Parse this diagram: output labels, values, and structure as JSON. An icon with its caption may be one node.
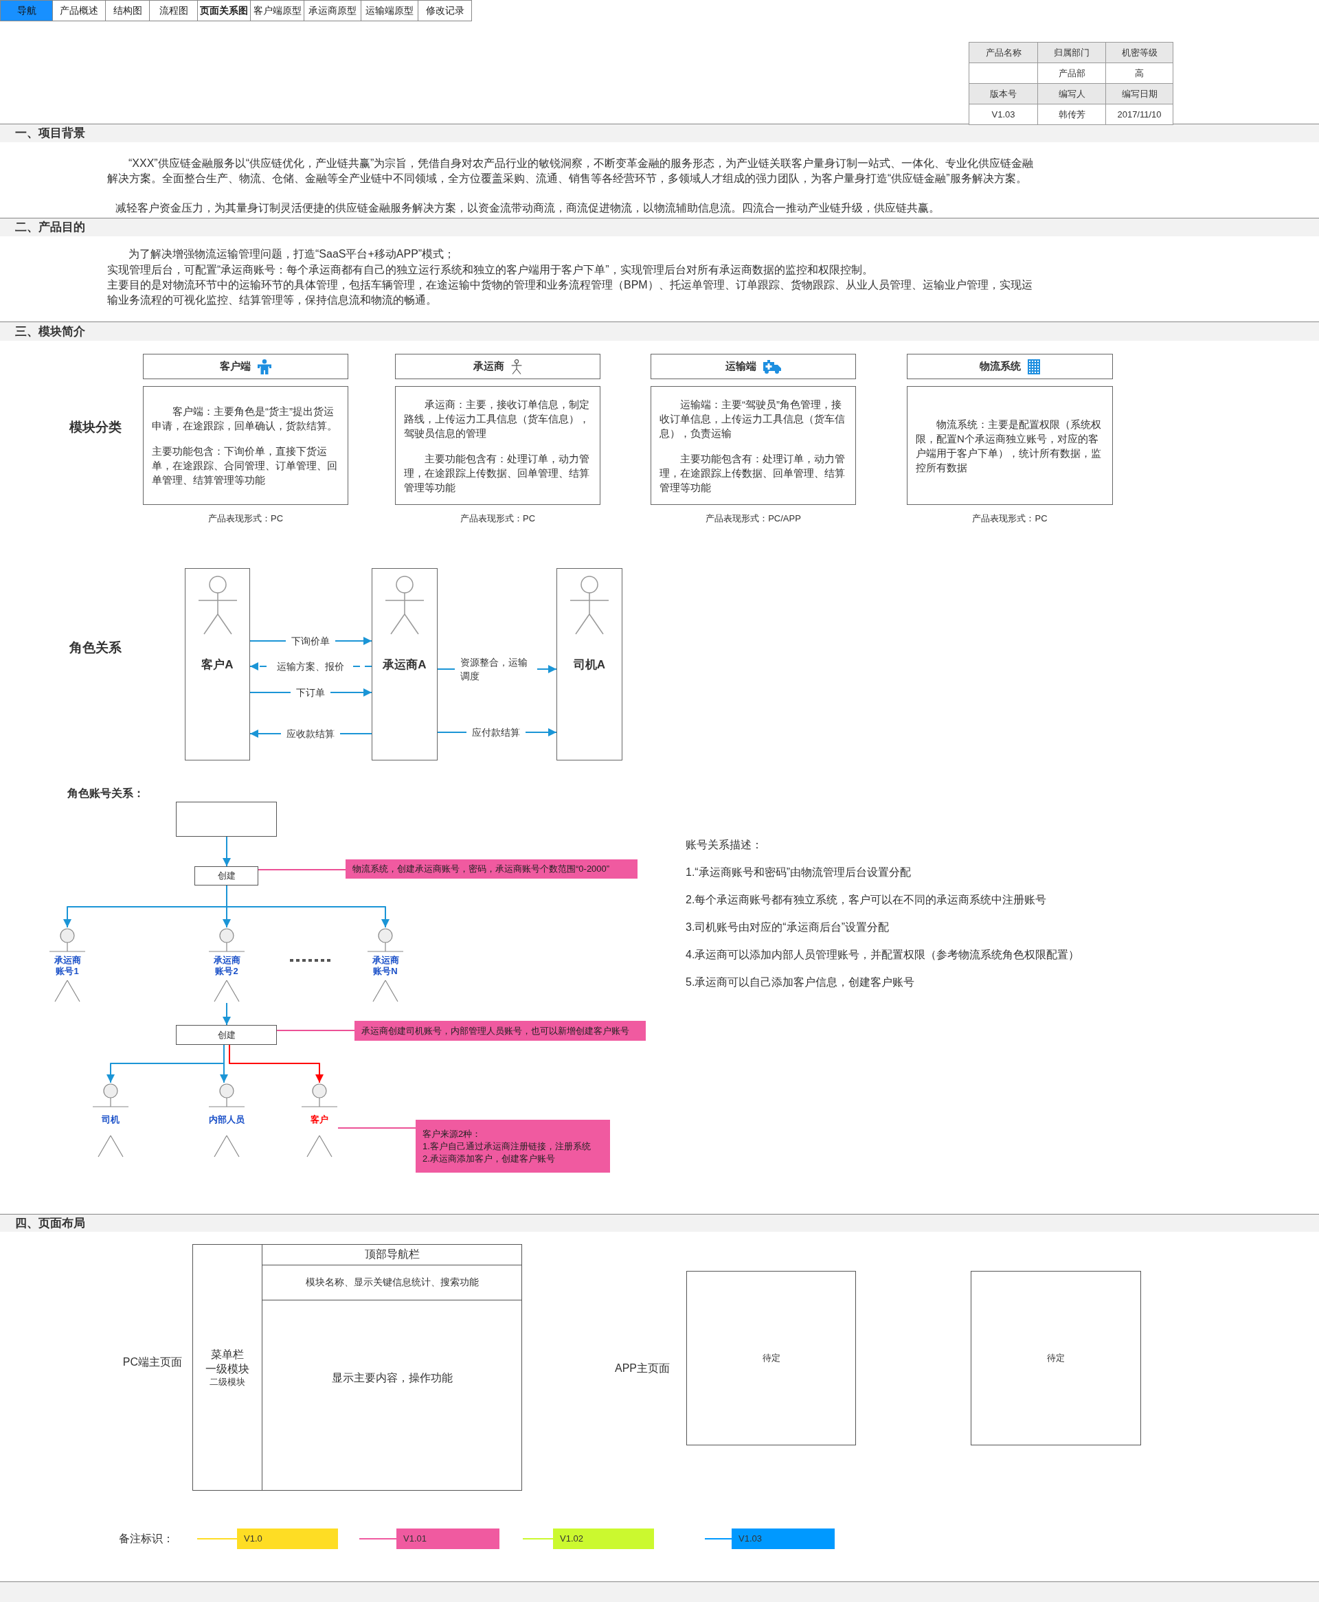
{
  "diagram": {
    "nodes": [
      {
        "text": [
          "一、项目背景"
        ]
      },
      {
        "text": [
          "二、产品目的"
        ]
      },
      {
        "text": [
          "三、模块简介"
        ]
      },
      {
        "text": [
          "客户端"
        ]
      },
      {
        "text": [
          "客户端：主要角色是“货主”提出货运申请，在途跟踪，回单确认，货款结算。",
          "主要功能包含：下询价单，直接下货运单，在途跟踪、合同管理、订单管理、回单管理、结算管理等功能"
        ],
        "beside": [
          "产品表现形式：PC"
        ]
      },
      {
        "text": [
          "承运商"
        ]
      },
      {
        "text": [
          "承运商：主要，接收订单信息，制定路线，上传运力工具信息（货车信息），驾驶员信息的管理",
          "主要功能包含有：处理订单，动力管理，在途跟踪上传数据、回单管理、结算管理等功能"
        ],
        "beside": [
          "产品表现形式：PC"
        ]
      },
      {
        "text": [
          "运输端"
        ]
      },
      {
        "text": [
          "运输端：主要“驾驶员”角色管理，接收订单信息，上传运力工具信息（货车信息），负责运输",
          "主要功能包含有：处理订单，动力管理，在途跟踪上传数据、回单管理、结算管理等功能"
        ],
        "beside": [
          "产品表现形式：PC/APP"
        ]
      },
      {
        "text": [
          "物流系统"
        ]
      },
      {
        "text": [
          "物流系统：主要是配置权限（系统权限，配置N个承运商独立账号，对应的客户端用于客户下单），统计所有数据，监控所有数据"
        ],
        "beside": [
          "产品表现形式：PC"
        ]
      },
      {
        "text": [
          "客户A"
        ]
      },
      {
        "text": [
          "承运商A"
        ]
      },
      {
        "text": [
          "司机A"
        ]
      },
      {
        "text": [],
        "shape": "box"
      },
      {
        "text": [
          "创建"
        ]
      },
      {
        "text": [
          "物流系统，创建承运商账号，密码，承运商账号个数范围“0-2000”"
        ]
      },
      {
        "text": [
          "承运商账号1"
        ]
      },
      {
        "text": [
          "承运商账号2"
        ]
      },
      {
        "text": [
          "承运商账号N"
        ]
      },
      {
        "text": [
          "创建"
        ]
      },
      {
        "text": [
          "承运商创建司机账号，内部管理人员账号，也可以新增创建客户账号"
        ]
      },
      {
        "text": [
          "司机"
        ]
      },
      {
        "text": [
          "内部人员"
        ]
      },
      {
        "text": [
          "客户"
        ]
      },
      {
        "text": [
          "客户来源2种：",
          "1.客户自己通过承运商注册链接，注册系统",
          "2.承运商添加客户，创建客户账号"
        ]
      },
      {
        "text": [
          "四、页面布局"
        ]
      },
      {
        "text": [],
        "shape": "box",
        "beside": [
          "PC端主页面"
        ]
      },
      {
        "text": [
          "菜单栏",
          "一级模块",
          "二级模块"
        ],
        "in": 27
      },
      {
        "text": [
          "顶部导航栏"
        ],
        "in": 27
      },
      {
        "text": [
          "模块名称、显示关键信息统计、搜索功能"
        ],
        "in": 27
      },
      {
        "text": [
          "显示主要内容，操作功能"
        ],
        "in": 27
      },
      {
        "text": [
          "待定"
        ],
        "beside": [
          "APP主页面"
        ]
      },
      {
        "text": [
          "待定"
        ]
      },
      {
        "text": [],
        "shape": "bar"
      }
    ],
    "edges": [
      {
        "from": 11,
        "to": 12,
        "arrow": "to",
        "label": "下询价单"
      },
      {
        "from": 12,
        "to": 11,
        "arrow": "to",
        "label": "运输方案、报价",
        "style": "dashed"
      },
      {
        "from": 11,
        "to": 12,
        "arrow": "to",
        "label": "下订单"
      },
      {
        "from": 12,
        "to": 11,
        "arrow": "to",
        "label": "应收款结算"
      },
      {
        "from": 12,
        "to": 13,
        "arrow": "to",
        "label": "资源整合，运输调度"
      },
      {
        "from": 12,
        "to": 13,
        "arrow": "to",
        "label": "应付款结算"
      },
      {
        "from": 14,
        "to": 15,
        "arrow": "to"
      },
      {
        "from": 16,
        "to": 15,
        "arrow": "none",
        "color": "#ec5196"
      },
      {
        "from": 15,
        "to": 17,
        "arrow": "to"
      },
      {
        "from": 15,
        "to": 18,
        "arrow": "to"
      },
      {
        "from": 15,
        "to": 19,
        "arrow": "to"
      },
      {
        "from": 18,
        "to": 20,
        "arrow": "to"
      },
      {
        "from": 21,
        "to": 20,
        "arrow": "none",
        "color": "#ec5196"
      },
      {
        "from": 20,
        "to": 22,
        "arrow": "to"
      },
      {
        "from": 20,
        "to": 23,
        "arrow": "to"
      },
      {
        "from": 20,
        "to": 24,
        "arrow": "to",
        "color": "#ff0000"
      },
      {
        "from": 25,
        "to": 24,
        "arrow": "none",
        "color": "#ec5196"
      }
    ],
    "labels": [
      "导航",
      "产品概述",
      "结构图",
      "流程图",
      "页面关系图",
      "客户端原型",
      "承运商原型",
      "运输端原型",
      "修改记录",
      "产品名称",
      "归属部门",
      "机密等级",
      "产品部",
      "高",
      "版本号",
      "编写人",
      "编写日期",
      "V1.03",
      "韩传芳",
      "2017/11/10",
      "“XXX”供应链金融服务以“供应链优化，产业链共赢”为宗旨，凭借自身对农产品行业的敏锐洞察，不断变革金融的服务形态，为产业链关联客户量身订制一站式、一体化、专业化供应链金融解决方案。全面整合生产、物流、仓储、金融等全产业链中不同领域，全方位覆盖采购、流通、销售等各经营环节，多领域人才组成的强力团队，为客户量身打造“供应链金融”服务解决方案。",
      "减轻客户资金压力，为其量身订制灵活便捷的供应链金融服务解决方案，以资金流带动商流，商流促进物流，以物流辅助信息流。四流合一推动产业链升级，供应链共赢。",
      "为了解决增强物流运输管理问题，打造“SaaS平台+移动APP”模式；",
      "实现管理后台，可配置“承运商账号：每个承运商都有自己的独立运行系统和独立的客户端用于客户下单”，实现管理后台对所有承运商数据的监控和权限控制。",
      "主要目的是对物流环节中的运输环节的具体管理，包括车辆管理，在途运输中货物的管理和业务流程管理（BPM）、托运单管理、订单跟踪、货物跟踪、从业人员管理、运输业户管理，实现运输业务流程的可视化监控、结算管理等，保持信息流和物流的畅通。",
      "模块分类",
      "角色关系",
      "角色账号关系：",
      "账号关系描述：",
      "1.“承运商账号和密码”由物流管理后台设置分配",
      "2.每个承运商账号都有独立系统，客户可以在不同的承运商系统中注册账号",
      "3.司机账号由对应的“承运商后台”设置分配",
      "4.承运商可以添加内部人员管理账号，并配置权限（参考物流系统角色权限配置）",
      "5.承运商可以自己添加客户信息，创建客户账号",
      "备注标识："
    ],
    "legend": [
      {
        "text": "V1.0",
        "color": "#fedd24"
      },
      {
        "text": "V1.01",
        "color": "#f05aa0"
      },
      {
        "text": "V1.02",
        "color": "#cbf92f"
      },
      {
        "text": "V1.03",
        "color": "#0099ff"
      }
    ]
  }
}
